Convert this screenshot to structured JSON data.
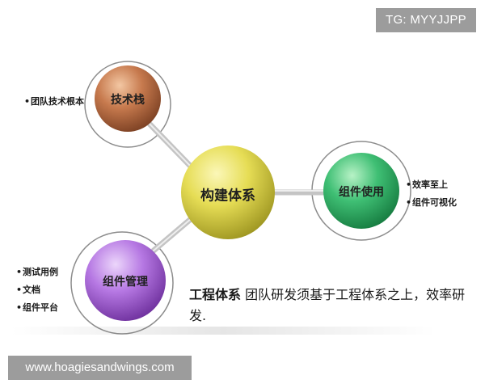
{
  "badge": {
    "text": "TG: MYYJJPP"
  },
  "footer": {
    "url": "www.hoagiesandwings.com"
  },
  "center_node": {
    "label": "构建体系",
    "color": "#e9e05a"
  },
  "nodes": [
    {
      "id": "tech-stack",
      "label": "技术栈",
      "color": "#c77a4e",
      "bullets": [
        "团队技术根本"
      ]
    },
    {
      "id": "component-usage",
      "label": "组件使用",
      "color": "#3fbf74",
      "bullets": [
        "效率至上",
        "组件可视化"
      ]
    },
    {
      "id": "component-management",
      "label": "组件管理",
      "color": "#b678e3",
      "bullets": [
        "测试用例",
        "文档",
        "组件平台"
      ]
    }
  ],
  "caption": {
    "strong": "工程体系",
    "text": " 团队研发须基于工程体系之上，效率研发."
  }
}
